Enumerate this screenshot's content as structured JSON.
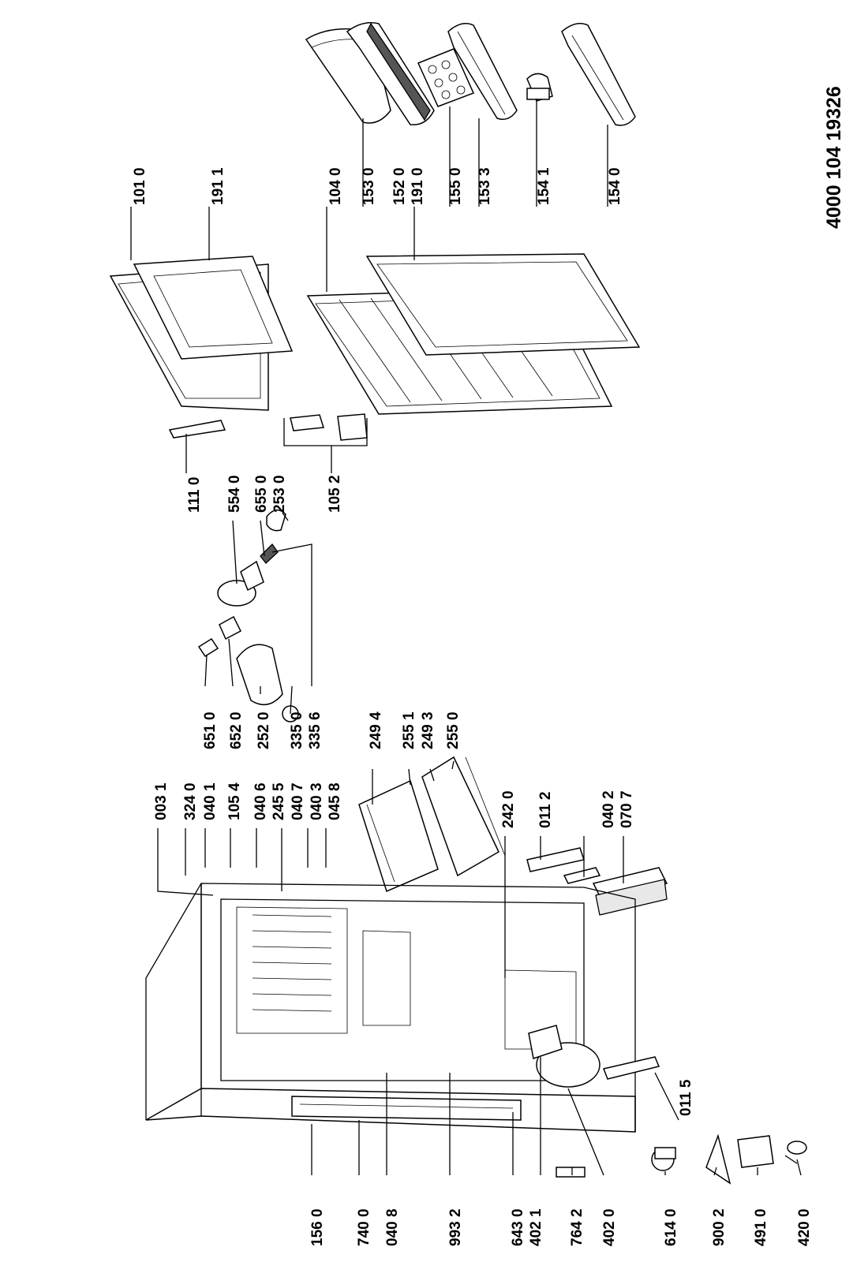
{
  "document_code": "4000  104 19326",
  "part_labels": {
    "p1010": "101 0",
    "p1911": "191 1",
    "p1040": "104 0",
    "p1530": "153 0",
    "p1520": "152 0",
    "p1910": "191 0",
    "p1550": "155 0",
    "p1533": "153 3",
    "p1541": "154 1",
    "p1540": "154 0",
    "p1110": "111 0",
    "p5540": "554 0",
    "p6550": "655 0",
    "p2530": "253 0",
    "p1052": "105 2",
    "p6510": "651 0",
    "p6520": "652 0",
    "p2520": "252 0",
    "p3350": "335 0",
    "p3356": "335 6",
    "p2494": "249 4",
    "p2551": "255 1",
    "p2493": "249 3",
    "p2550": "255 0",
    "p2420": "242 0",
    "p0112": "011 2",
    "p0402": "040 2",
    "p0707": "070 7",
    "p0031": "003 1",
    "p3240": "324 0",
    "p0401": "040 1",
    "p1054": "105 4",
    "p0406": "040 6",
    "p2455": "245 5",
    "p0407": "040 7",
    "p0403": "040 3",
    "p0458": "045 8",
    "p1560": "156 0",
    "p7400": "740 0",
    "p0408": "040 8",
    "p9932": "993 2",
    "p6430": "643 0",
    "p4021": "402 1",
    "p7642": "764 2",
    "p4020": "402 0",
    "p6140": "614 0",
    "p9002": "900 2",
    "p4910": "491 0",
    "p4200": "420 0",
    "p0115": "011 5"
  }
}
